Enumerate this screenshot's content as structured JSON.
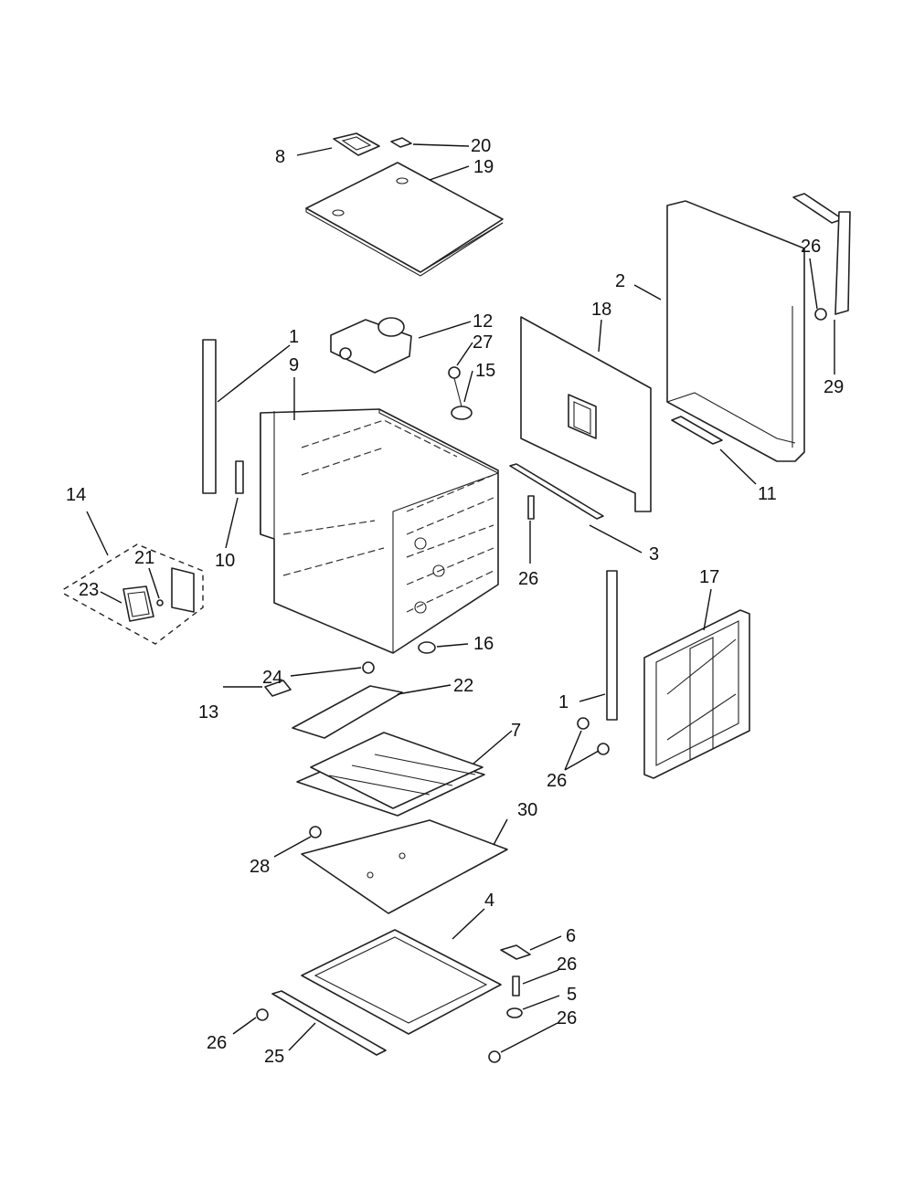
{
  "diagram": {
    "callouts": [
      {
        "id": "c8",
        "text": "8"
      },
      {
        "id": "c20",
        "text": "20"
      },
      {
        "id": "c19",
        "text": "19"
      },
      {
        "id": "c26a",
        "text": "26"
      },
      {
        "id": "c2",
        "text": "2"
      },
      {
        "id": "c18",
        "text": "18"
      },
      {
        "id": "c12",
        "text": "12"
      },
      {
        "id": "c27",
        "text": "27"
      },
      {
        "id": "c15",
        "text": "15"
      },
      {
        "id": "c1a",
        "text": "1"
      },
      {
        "id": "c9",
        "text": "9"
      },
      {
        "id": "c29",
        "text": "29"
      },
      {
        "id": "c11",
        "text": "11"
      },
      {
        "id": "c14",
        "text": "14"
      },
      {
        "id": "c21",
        "text": "21"
      },
      {
        "id": "c23",
        "text": "23"
      },
      {
        "id": "c10",
        "text": "10"
      },
      {
        "id": "c3",
        "text": "3"
      },
      {
        "id": "c26b",
        "text": "26"
      },
      {
        "id": "c17",
        "text": "17"
      },
      {
        "id": "c16",
        "text": "16"
      },
      {
        "id": "c24",
        "text": "24"
      },
      {
        "id": "c22",
        "text": "22"
      },
      {
        "id": "c13",
        "text": "13"
      },
      {
        "id": "c1b",
        "text": "1"
      },
      {
        "id": "c7",
        "text": "7"
      },
      {
        "id": "c26c",
        "text": "26"
      },
      {
        "id": "c30",
        "text": "30"
      },
      {
        "id": "c28",
        "text": "28"
      },
      {
        "id": "c4",
        "text": "4"
      },
      {
        "id": "c6",
        "text": "6"
      },
      {
        "id": "c26d",
        "text": "26"
      },
      {
        "id": "c5",
        "text": "5"
      },
      {
        "id": "c26e",
        "text": "26"
      },
      {
        "id": "c26f",
        "text": "26"
      },
      {
        "id": "c25",
        "text": "25"
      }
    ]
  }
}
